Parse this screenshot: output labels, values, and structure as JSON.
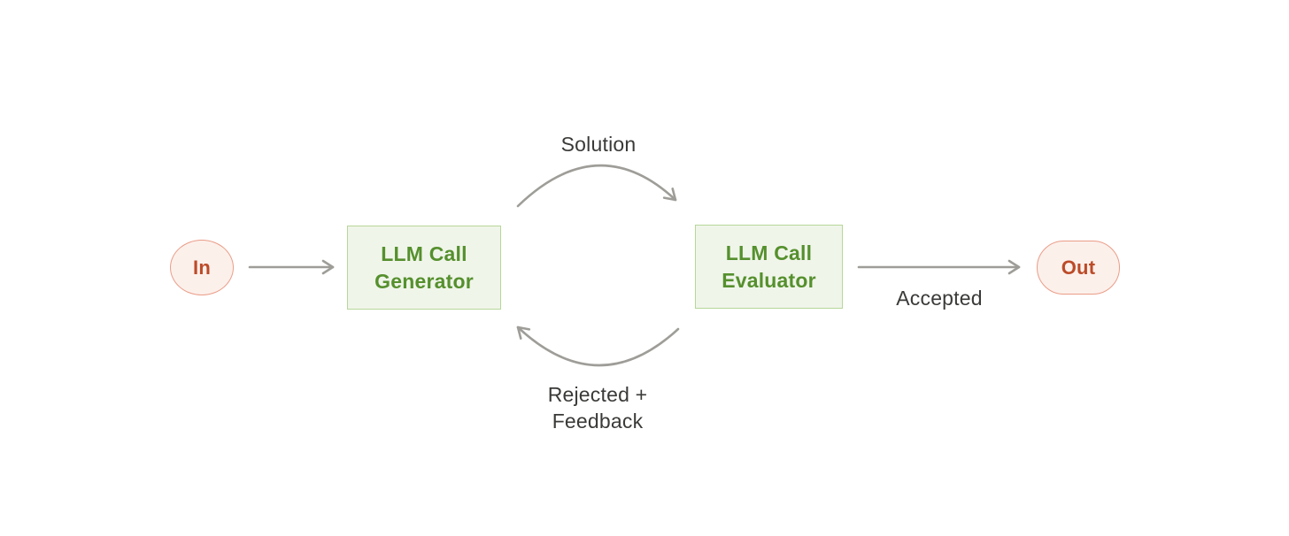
{
  "diagram": {
    "type": "flowchart",
    "nodes": {
      "in": {
        "label": "In",
        "shape": "ellipse"
      },
      "generator": {
        "line1": "LLM Call",
        "line2": "Generator",
        "shape": "rectangle"
      },
      "evaluator": {
        "line1": "LLM Call",
        "line2": "Evaluator",
        "shape": "rectangle"
      },
      "out": {
        "label": "Out",
        "shape": "pill"
      }
    },
    "edges": {
      "in_to_generator": {
        "label": "",
        "from": "in",
        "to": "generator",
        "style": "straight"
      },
      "solution": {
        "label": "Solution",
        "from": "generator",
        "to": "evaluator",
        "style": "curved-top"
      },
      "rejected": {
        "line1": "Rejected +",
        "line2": "Feedback",
        "from": "evaluator",
        "to": "generator",
        "style": "curved-bottom"
      },
      "accepted": {
        "label": "Accepted",
        "from": "evaluator",
        "to": "out",
        "style": "straight"
      }
    },
    "colors": {
      "background": "#FFFFFF",
      "terminal_fill": "#FCF0EB",
      "terminal_border": "#EA9D88",
      "terminal_text": "#BC4B28",
      "llm_fill": "#F0F5EA",
      "llm_border": "#B6D798",
      "llm_text": "#55902D",
      "arrow": "#9E9D98",
      "edge_label_text": "#3A3A38"
    }
  }
}
